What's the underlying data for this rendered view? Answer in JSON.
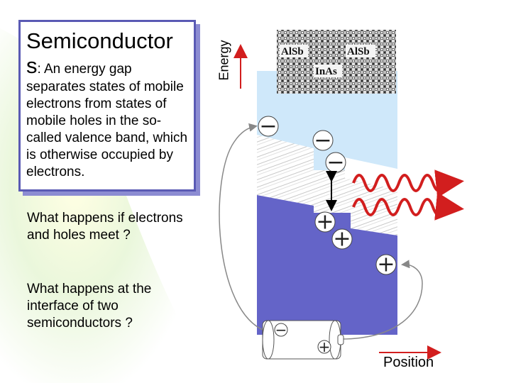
{
  "box": {
    "title": "Semiconductor",
    "title_s": "s",
    "title_rest": ": An energy gap",
    "body": "separates states of mobile electrons from states of mobile holes in the so-called valence band, which is otherwise occupied by electrons."
  },
  "question1": "What happens if electrons and holes meet ?",
  "question2": "What happens at the interface of two semiconductors ?",
  "axes": {
    "energy": "Energy",
    "position": "Position"
  },
  "tem": {
    "left": "AlSb",
    "right": "AlSb",
    "center": "InAs"
  },
  "symbols": {
    "electron": "−",
    "hole": "+"
  },
  "colors": {
    "accent": "#5a5ab4",
    "valence": "#6464c8",
    "conduction": "#cfe8fa",
    "arrow": "#d21e1e",
    "photon": "#d21e1e"
  }
}
